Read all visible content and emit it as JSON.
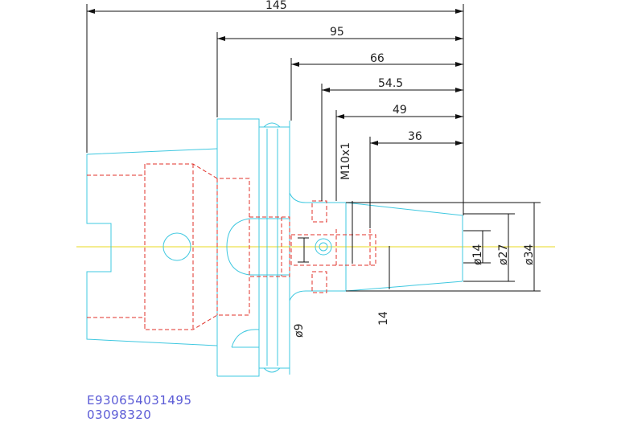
{
  "drawing": {
    "dim_145": "145",
    "dim_95": "95",
    "dim_66": "66",
    "dim_54_5": "54.5",
    "dim_49": "49",
    "dim_36": "36",
    "thread": "M10x1",
    "dia_14": "ø14",
    "dia_27": "ø27",
    "dia_34": "ø34",
    "dia_9": "ø9",
    "dim_14": "14"
  },
  "codes": {
    "line1": "E930654031495",
    "line2": "03098320"
  },
  "colors": {
    "outline": "#3fc8e0",
    "hidden": "#e0322a",
    "centerline": "#e8d820",
    "dimension": "#111111",
    "code_text": "#5b5bd6"
  }
}
